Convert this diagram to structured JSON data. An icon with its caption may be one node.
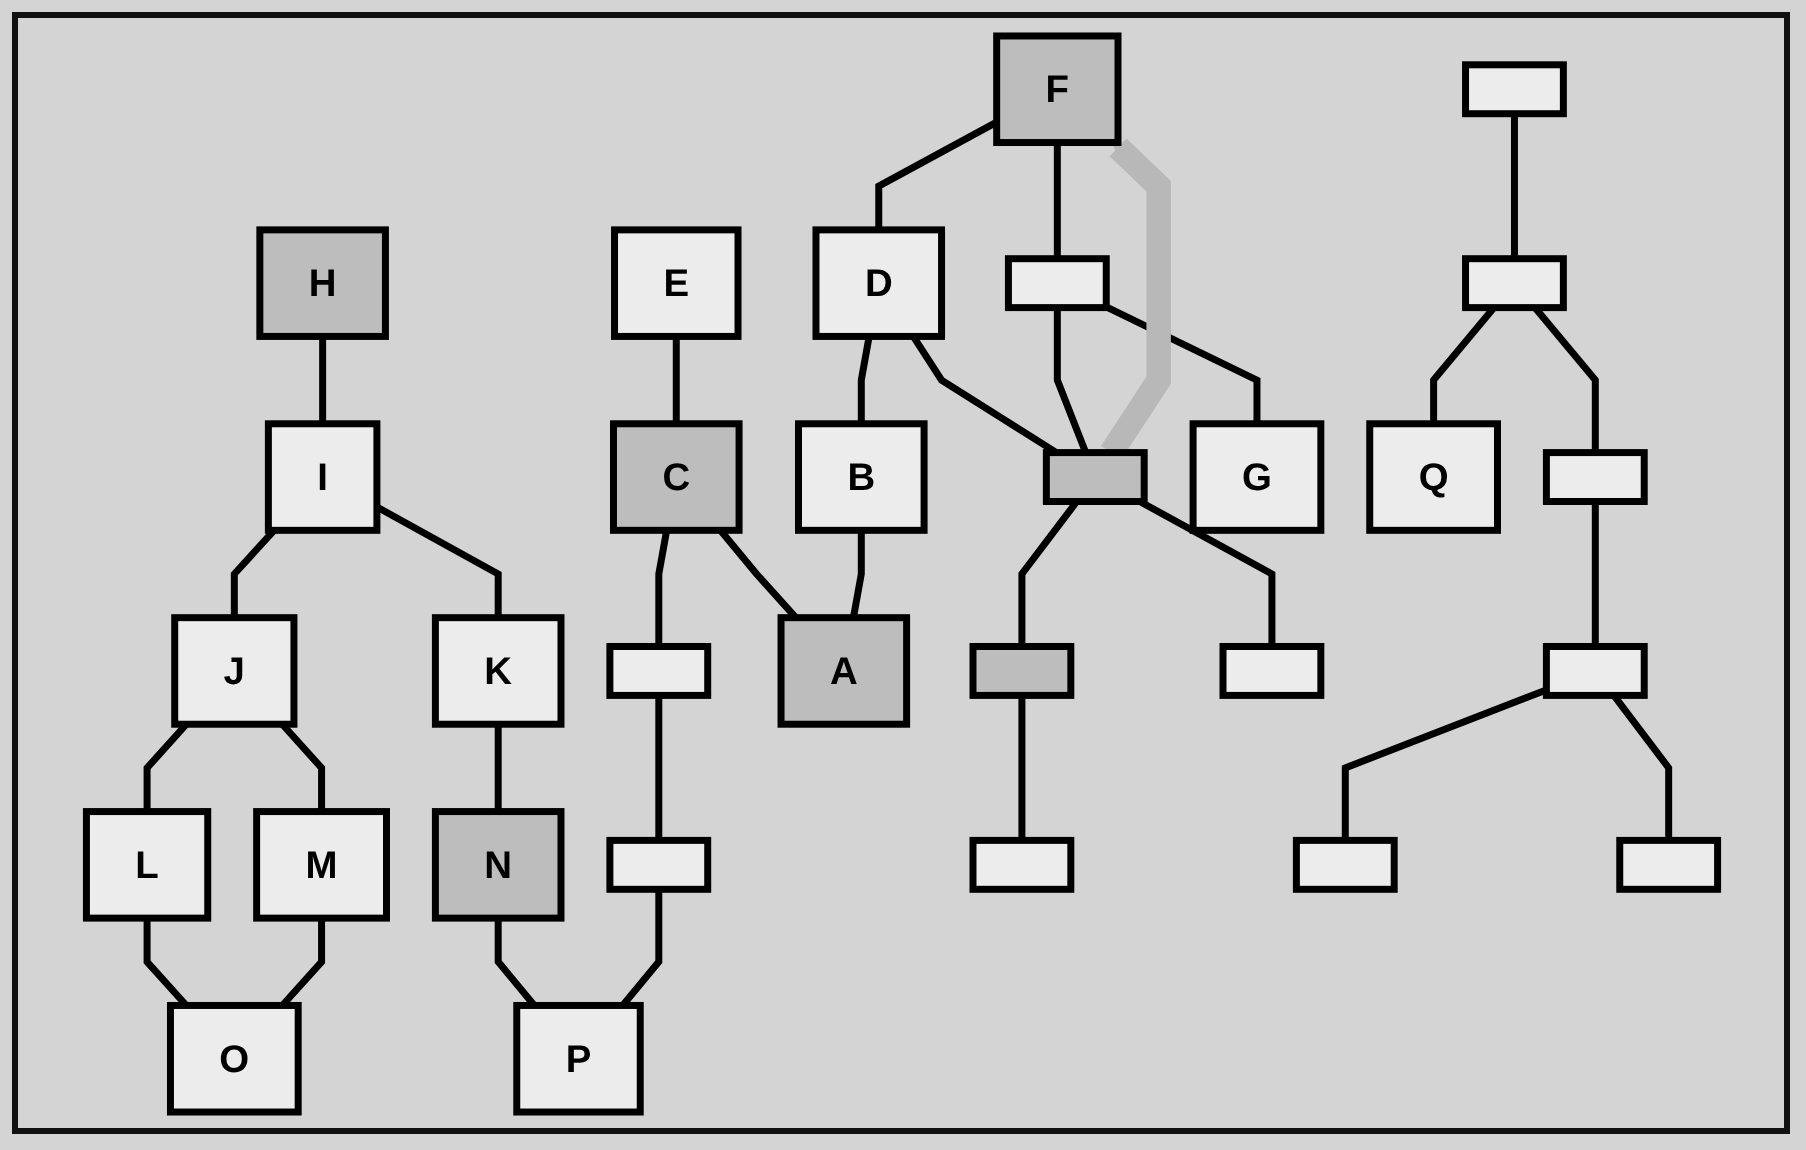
{
  "diagram": {
    "nodes": [
      {
        "text": [
          "H"
        ]
      },
      {
        "text": [
          "E"
        ]
      },
      {
        "text": [
          "F"
        ]
      },
      {
        "text": [],
        "shape": "box"
      },
      {
        "text": [
          "I"
        ]
      },
      {
        "text": [
          "C"
        ]
      },
      {
        "text": [
          "D"
        ]
      },
      {
        "text": [],
        "shape": "box"
      },
      {
        "text": [],
        "shape": "box"
      },
      {
        "text": [
          "J"
        ]
      },
      {
        "text": [
          "K"
        ]
      },
      {
        "text": [],
        "shape": "box"
      },
      {
        "text": [
          "B"
        ]
      },
      {
        "text": [],
        "shape": "box"
      },
      {
        "text": [
          "G"
        ]
      },
      {
        "text": [
          "Q"
        ]
      },
      {
        "text": [],
        "shape": "box"
      },
      {
        "text": [
          "L"
        ]
      },
      {
        "text": [
          "M"
        ]
      },
      {
        "text": [
          "N"
        ]
      },
      {
        "text": [],
        "shape": "box"
      },
      {
        "text": [
          "A"
        ]
      },
      {
        "text": [],
        "shape": "box"
      },
      {
        "text": [],
        "shape": "box"
      },
      {
        "text": [],
        "shape": "box"
      },
      {
        "text": [
          "O"
        ]
      },
      {
        "text": [
          "P"
        ]
      },
      {
        "text": [],
        "shape": "box"
      },
      {
        "text": [],
        "shape": "box"
      },
      {
        "text": [],
        "shape": "box"
      }
    ],
    "edges": [
      {
        "from": 0,
        "to": 4,
        "arrow": "none"
      },
      {
        "from": 1,
        "to": 5,
        "arrow": "none"
      },
      {
        "from": 2,
        "to": 6,
        "arrow": "none"
      },
      {
        "from": 2,
        "to": 7,
        "arrow": "none"
      },
      {
        "from": 3,
        "to": 8,
        "arrow": "none"
      },
      {
        "from": 4,
        "to": 9,
        "arrow": "none"
      },
      {
        "from": 4,
        "to": 10,
        "arrow": "none"
      },
      {
        "from": 5,
        "to": 11,
        "arrow": "none"
      },
      {
        "from": 5,
        "to": 21,
        "arrow": "none"
      },
      {
        "from": 6,
        "to": 12,
        "arrow": "none"
      },
      {
        "from": 6,
        "to": 13,
        "arrow": "none"
      },
      {
        "from": 7,
        "to": 13,
        "arrow": "none"
      },
      {
        "from": 7,
        "to": 14,
        "arrow": "none"
      },
      {
        "from": 8,
        "to": 15,
        "arrow": "none"
      },
      {
        "from": 8,
        "to": 16,
        "arrow": "none"
      },
      {
        "from": 9,
        "to": 17,
        "arrow": "none"
      },
      {
        "from": 9,
        "to": 18,
        "arrow": "none"
      },
      {
        "from": 10,
        "to": 19,
        "arrow": "none"
      },
      {
        "from": 11,
        "to": 20,
        "arrow": "none"
      },
      {
        "from": 12,
        "to": 21,
        "arrow": "none"
      },
      {
        "from": 13,
        "to": 22,
        "arrow": "none"
      },
      {
        "from": 13,
        "to": 23,
        "arrow": "none"
      },
      {
        "from": 16,
        "to": 24,
        "arrow": "none"
      },
      {
        "from": 17,
        "to": 25,
        "arrow": "none"
      },
      {
        "from": 18,
        "to": 25,
        "arrow": "none"
      },
      {
        "from": 19,
        "to": 26,
        "arrow": "none"
      },
      {
        "from": 20,
        "to": 26,
        "arrow": "none"
      },
      {
        "from": 22,
        "to": 27,
        "arrow": "none"
      },
      {
        "from": 24,
        "to": 28,
        "arrow": "none"
      },
      {
        "from": 24,
        "to": 29,
        "arrow": "none"
      },
      {
        "from": 13,
        "to": 2,
        "arrow": "to",
        "style": "thick",
        "color": "#b8b8b8"
      }
    ]
  }
}
